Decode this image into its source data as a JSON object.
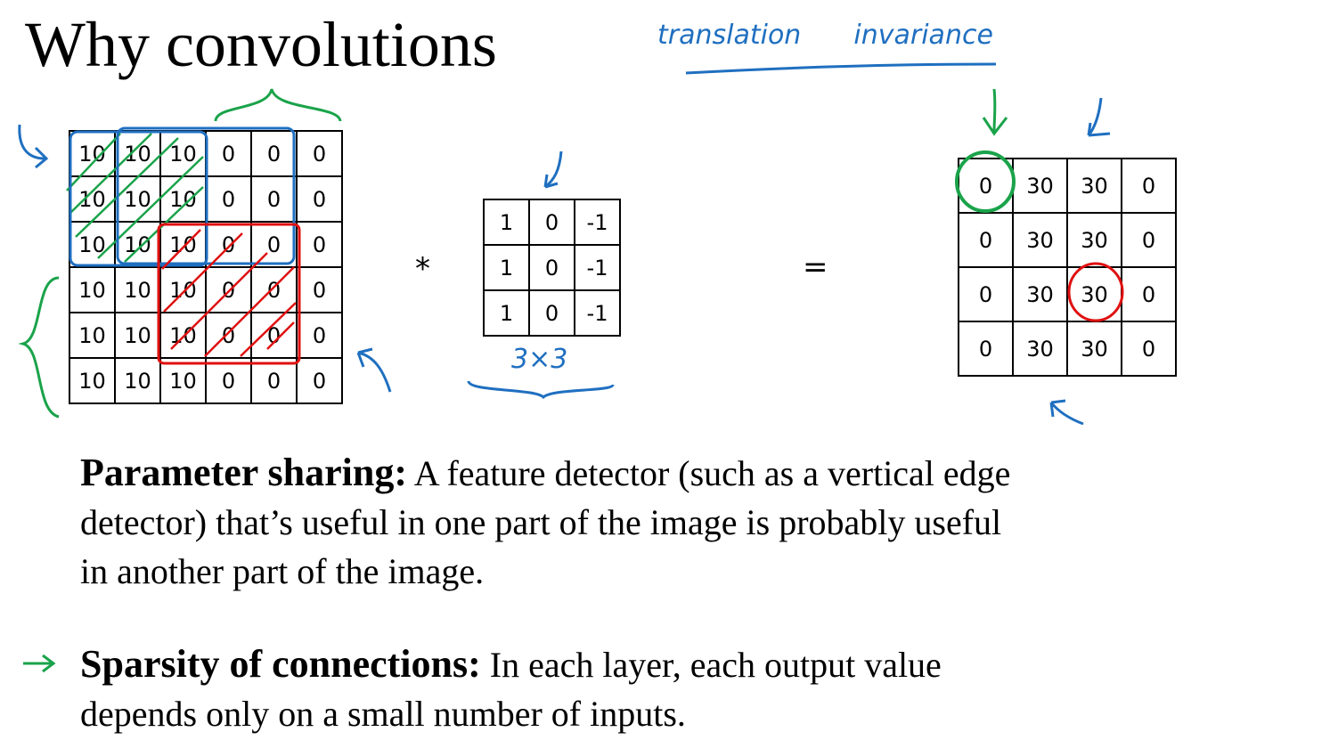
{
  "title": "Why convolutions",
  "annotations": {
    "translation": "translation",
    "invariance": "invariance",
    "filter_size": "3×3"
  },
  "operators": {
    "convolve": "*",
    "equals": "="
  },
  "input_matrix": [
    [
      "10",
      "10",
      "10",
      "0",
      "0",
      "0"
    ],
    [
      "10",
      "10",
      "10",
      "0",
      "0",
      "0"
    ],
    [
      "10",
      "10",
      "10",
      "0",
      "0",
      "0"
    ],
    [
      "10",
      "10",
      "10",
      "0",
      "0",
      "0"
    ],
    [
      "10",
      "10",
      "10",
      "0",
      "0",
      "0"
    ],
    [
      "10",
      "10",
      "10",
      "0",
      "0",
      "0"
    ]
  ],
  "filter_matrix": [
    [
      "1",
      "0",
      "-1"
    ],
    [
      "1",
      "0",
      "-1"
    ],
    [
      "1",
      "0",
      "-1"
    ]
  ],
  "output_matrix": [
    [
      "0",
      "30",
      "30",
      "0"
    ],
    [
      "0",
      "30",
      "30",
      "0"
    ],
    [
      "0",
      "30",
      "30",
      "0"
    ],
    [
      "0",
      "30",
      "30",
      "0"
    ]
  ],
  "points": [
    {
      "heading": "Parameter sharing:",
      "lines": [
        "A feature detector (such as a vertical edge",
        "detector) that’s useful in one part of the image is probably useful",
        "in another part of the image."
      ]
    },
    {
      "heading": "Sparsity of connections:",
      "lines": [
        "In each layer, each output value",
        "depends only on a small number of inputs."
      ]
    }
  ],
  "ink_colors": {
    "blue": "#1f6fc0",
    "green": "#1aa34a",
    "red": "#e01010"
  }
}
